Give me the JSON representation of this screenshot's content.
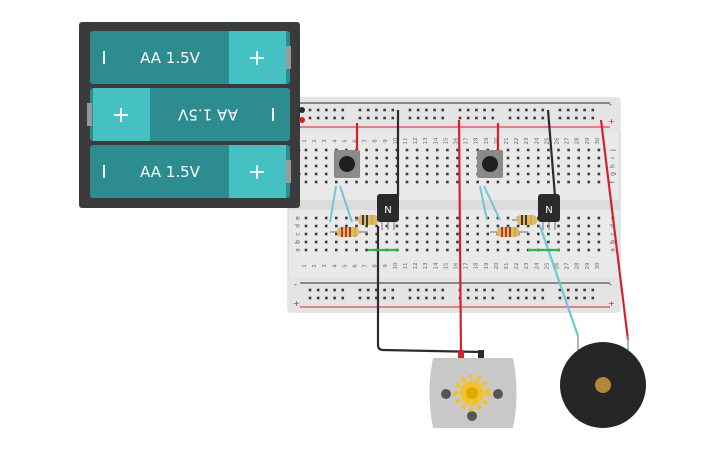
{
  "battery": {
    "cells": [
      {
        "minus": "I",
        "label": "AA 1.5V",
        "plus": "+",
        "flipped": false
      },
      {
        "minus": "I",
        "label": "AA 1.5V",
        "plus": "+",
        "flipped": true
      },
      {
        "minus": "I",
        "label": "AA 1.5V",
        "plus": "+",
        "flipped": false
      }
    ]
  },
  "breadboard": {
    "rail_minus": "-",
    "rail_plus": "+",
    "rows_left": [
      "j",
      "i",
      "h",
      "g",
      "f",
      "e",
      "d",
      "c",
      "b",
      "a"
    ],
    "rows_right": [
      "j",
      "i",
      "h",
      "g",
      "f",
      "e",
      "d",
      "c",
      "b",
      "a"
    ],
    "column_numbers": [
      "1",
      "2",
      "3",
      "4",
      "5",
      "6",
      "7",
      "8",
      "9",
      "10",
      "11",
      "12",
      "13",
      "14",
      "15",
      "16",
      "17",
      "18",
      "19",
      "20",
      "21",
      "22",
      "23",
      "24",
      "25",
      "26",
      "27",
      "28",
      "29",
      "30"
    ]
  },
  "transistors": [
    {
      "marking": "N"
    },
    {
      "marking": "N"
    }
  ],
  "colors": {
    "battery_body": "#3b3b3b",
    "cell_teal": "#2d8c8f",
    "cell_cap": "#45c1c4",
    "wire_red": "#d4222a",
    "wire_black": "#2b2b2b",
    "wire_blue": "#6ec6d6",
    "wire_green": "#2fb34a",
    "board": "#e6e6e6",
    "motor": "#c8c8c8",
    "buzzer": "#262626"
  }
}
